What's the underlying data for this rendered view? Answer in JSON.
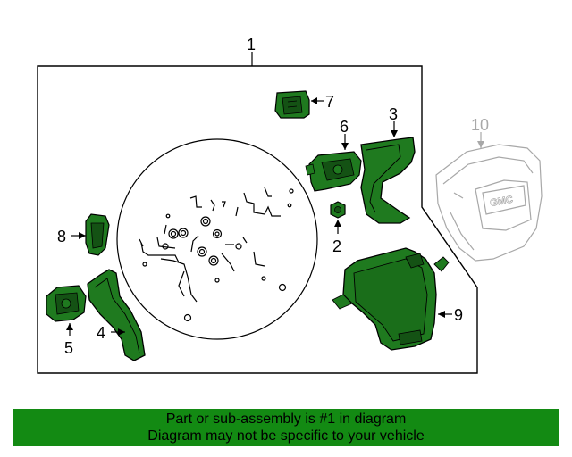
{
  "callouts": {
    "c1": "1",
    "c2": "2",
    "c3": "3",
    "c4": "4",
    "c5": "5",
    "c6": "6",
    "c7": "7",
    "c8": "8",
    "c9": "9",
    "c10": "10"
  },
  "badge": {
    "text": "GMC"
  },
  "banner": {
    "line1": "Part or sub-assembly is #1 in diagram",
    "line2": "Diagram may not be specific to your vehicle"
  },
  "colors": {
    "part_green": "#1f7a1f",
    "part_green_dark": "#145214",
    "banner_green": "#138a13",
    "outline": "#000000",
    "airbag_grey": "#a8a8a8"
  }
}
